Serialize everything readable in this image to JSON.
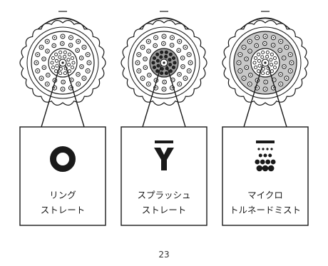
{
  "modes": [
    {
      "name": "ring",
      "label_line1": "リング",
      "label_line2": "ストレート",
      "icon": "ring-icon",
      "face_fill": "#ffffff",
      "dot_style": "open"
    },
    {
      "name": "splash",
      "label_line1": "スプラッシュ",
      "label_line2": "ストレート",
      "icon": "y-spray-icon",
      "face_fill": "#ffffff",
      "dot_style": "shaded"
    },
    {
      "name": "micro",
      "label_line1": "マイクロ",
      "label_line2": "トルネードミスト",
      "icon": "micro-dots-icon",
      "face_fill": "#c8c8c8",
      "dot_style": "open"
    }
  ],
  "page": {
    "number": "23"
  },
  "colors": {
    "ink": "#1a1a1a",
    "grey_face": "#c8c8c8",
    "paper": "#ffffff"
  }
}
